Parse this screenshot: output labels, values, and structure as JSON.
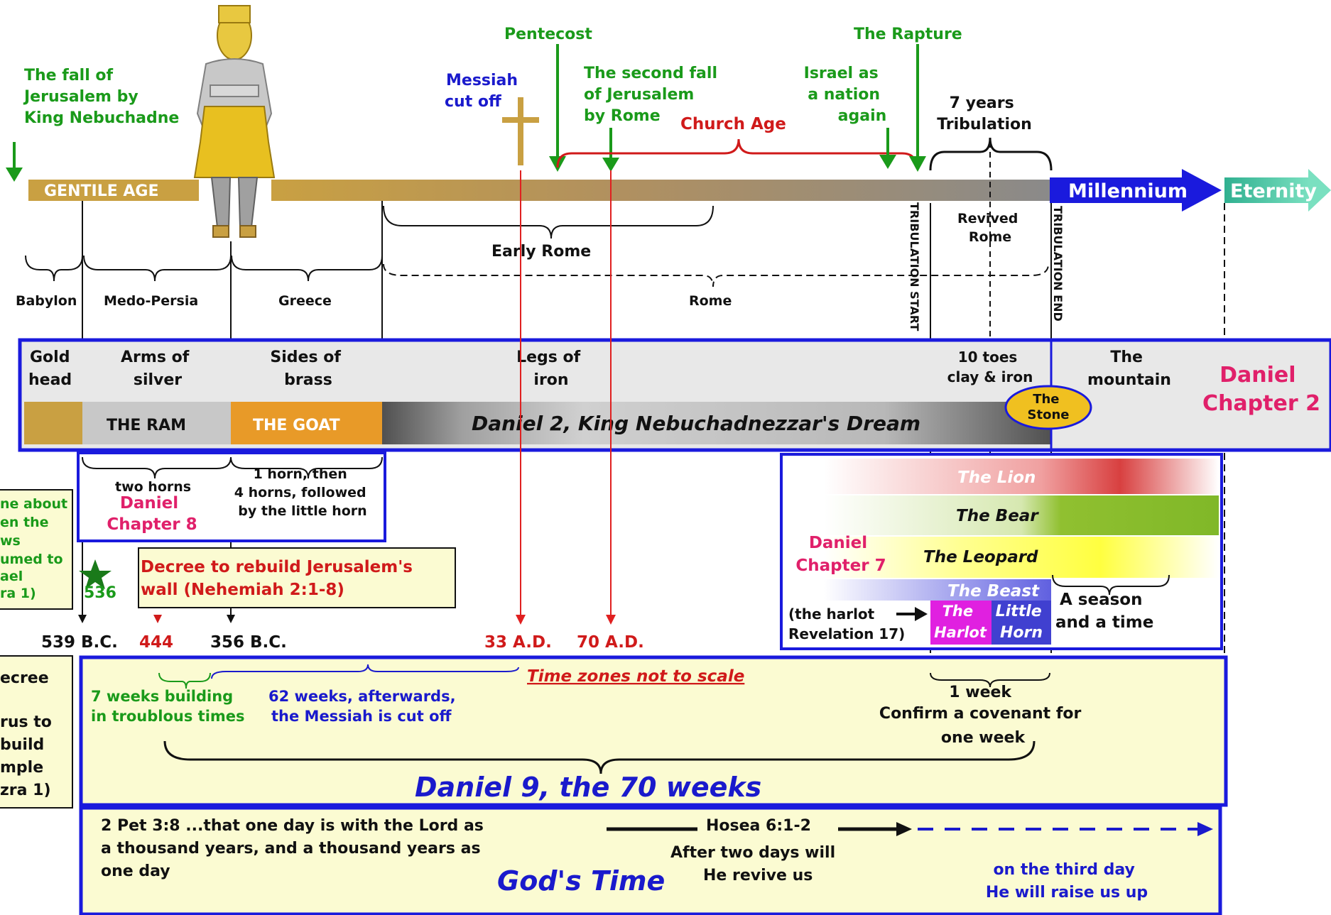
{
  "top_events": {
    "fall_of_jerusalem": [
      "The fall of",
      "Jerusalem by",
      "King Nebuchadne"
    ],
    "pentecost": "Pentecost",
    "messiah_cut_off": [
      "Messiah",
      "cut off"
    ],
    "second_fall": [
      "The second fall",
      "of Jerusalem",
      "by Rome"
    ],
    "church_age": "Church Age",
    "israel_nation": [
      "Israel as",
      "a nation",
      "again"
    ],
    "rapture": "The Rapture",
    "seven_years": [
      "7 years",
      "Tribulation"
    ]
  },
  "timeline_bar": {
    "gentile_age": "GENTILE AGE",
    "millennium": "Millennium",
    "eternity": "Eternity",
    "tribulation_start": "TRIBULATION START",
    "tribulation_end": "TRIBULATION END"
  },
  "kingdoms": {
    "babylon": "Babylon",
    "medo_persia": "Medo-Persia",
    "greece": "Greece",
    "early_rome": "Early Rome",
    "rome": "Rome",
    "revived_rome": [
      "Revived",
      "Rome"
    ]
  },
  "statue": {
    "gold": [
      "Gold",
      "head"
    ],
    "silver": [
      "Arms of",
      "silver"
    ],
    "brass": [
      "Sides of",
      "brass"
    ],
    "iron": [
      "Legs of",
      "iron"
    ],
    "toes": [
      "10 toes",
      "clay & iron"
    ],
    "mountain": [
      "The",
      "mountain"
    ],
    "chapter": [
      "Daniel",
      "Chapter 2"
    ],
    "ram": "THE RAM",
    "goat": "THE GOAT",
    "dream": "Daniel 2, King Nebuchadnezzar's Dream",
    "stone": [
      "The",
      "Stone"
    ]
  },
  "chapter8": {
    "two_horns": "two horns",
    "title": [
      "Daniel",
      "Chapter 8"
    ],
    "one_horn": [
      "1 horn, then",
      "4 horns, followed",
      "by the little horn"
    ]
  },
  "left_partial": [
    "ne about",
    "en the",
    "ws",
    "umed to",
    "ael",
    "ra 1)"
  ],
  "decree_rebuild": [
    "Decree to rebuild Jerusalem's",
    "wall (Nehemiah 2:1-8)"
  ],
  "year_536": "536",
  "dates": {
    "d539": "539 B.C.",
    "d444": "444",
    "d356": "356 B.C.",
    "d33": "33 A.D.",
    "d70": "70 A.D."
  },
  "chapter7": {
    "title": [
      "Daniel",
      "Chapter 7"
    ],
    "lion": "The Lion",
    "bear": "The Bear",
    "leopard": "The Leopard",
    "beast": "The Beast",
    "harlot": [
      "The",
      "Harlot"
    ],
    "little_horn": [
      "Little",
      "Horn"
    ],
    "harlot_note": [
      "(the harlot",
      "Revelation 17)"
    ],
    "season": [
      "A season",
      "and a time"
    ]
  },
  "chapter9": {
    "left_partial": [
      "ecree",
      "",
      "rus to",
      "build",
      "mple",
      "zra 1)"
    ],
    "not_to_scale": "Time zones not to scale",
    "seven_weeks": [
      "7 weeks building",
      "in troublous times"
    ],
    "sixty_two_weeks": [
      "62 weeks, afterwards,",
      "the Messiah is cut off"
    ],
    "one_week": [
      "1 week",
      "Confirm a covenant for",
      "one week"
    ],
    "title": "Daniel 9, the 70 weeks"
  },
  "gods_time": {
    "pet": [
      "2 Pet 3:8  ...that one day is with the Lord as",
      "a thousand years, and a thousand years as",
      "one day"
    ],
    "hosea": "Hosea 6:1-2",
    "two_days": [
      "After two days will",
      "He revive us"
    ],
    "title": "God's Time",
    "third_day": [
      "on the third day",
      "He will raise us up"
    ]
  },
  "colors": {
    "green": "#1a9a1a",
    "blue": "#1a1acc",
    "red": "#d01a1a",
    "magenta": "#e0206a",
    "gold": "#c9a042",
    "panel": "#fbfbd2",
    "border": "#1a1add"
  }
}
